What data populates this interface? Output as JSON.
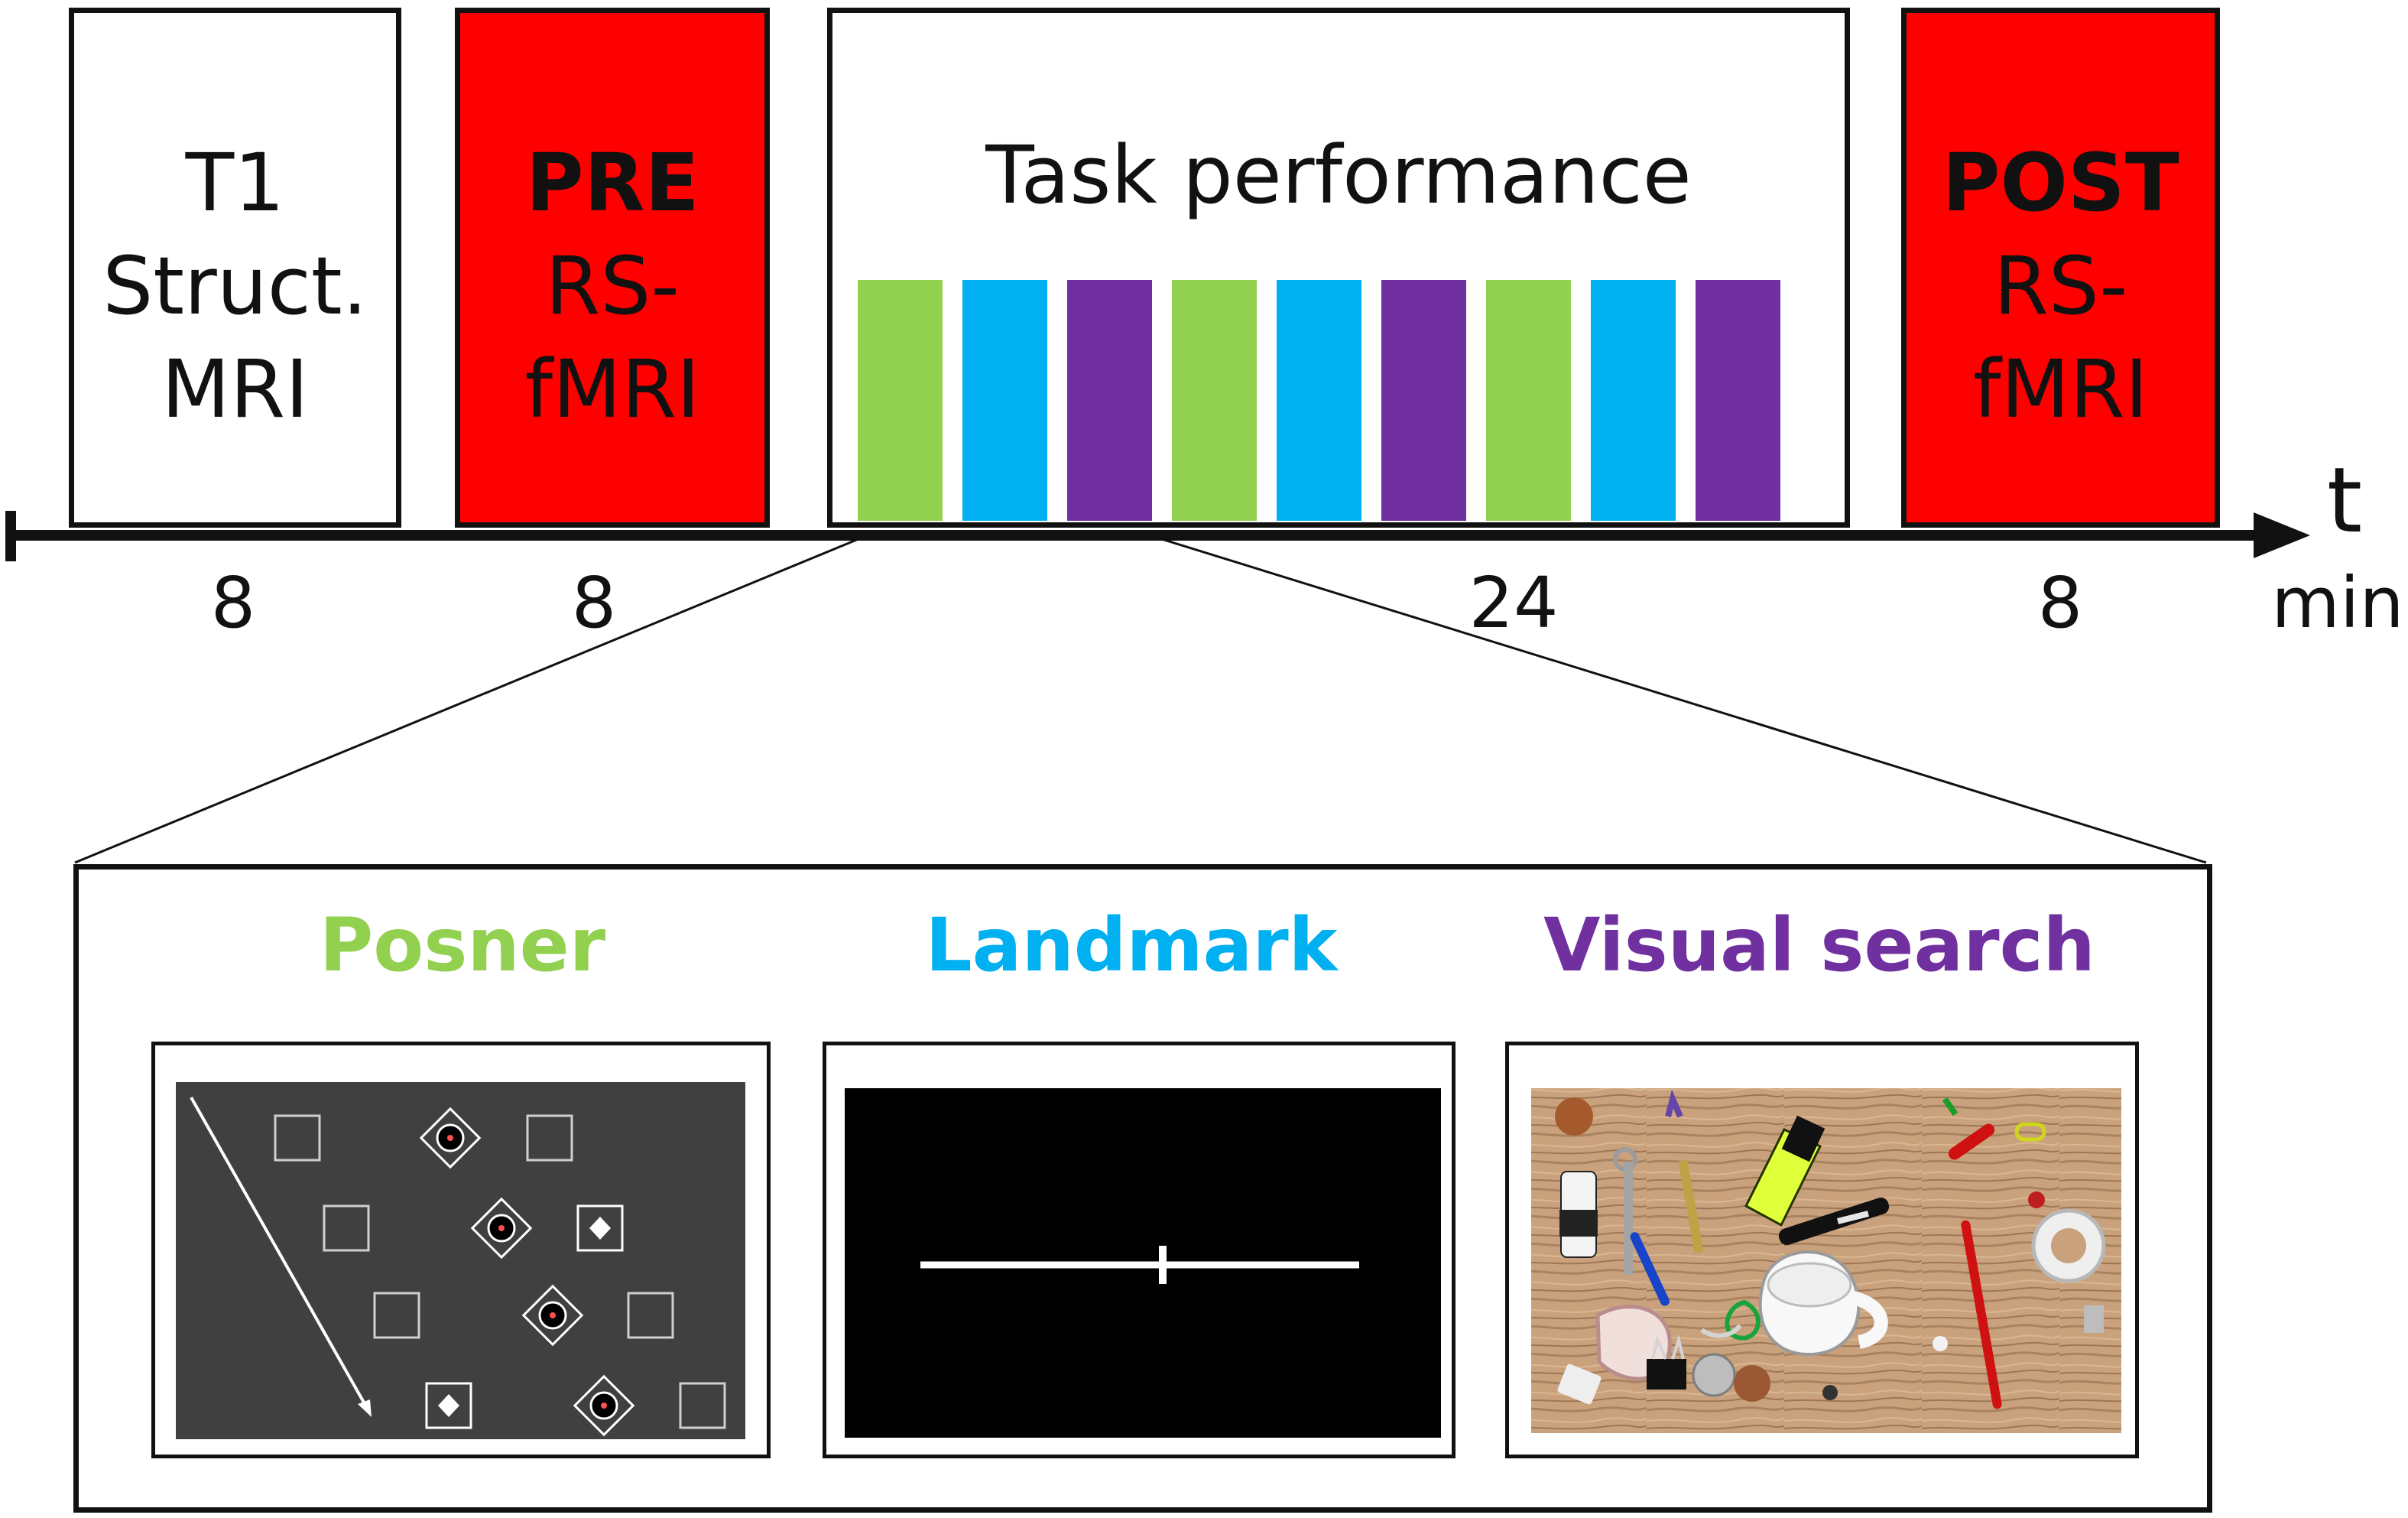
{
  "timeline": {
    "blocks": [
      {
        "lines": [
          "T1",
          "Struct.",
          "MRI"
        ],
        "duration": "8"
      },
      {
        "lines": [
          "PRE",
          "RS-",
          "fMRI"
        ],
        "duration": "8"
      },
      {
        "lines": [
          "Task performance"
        ],
        "duration": "24"
      },
      {
        "lines": [
          "POST",
          "RS-",
          "fMRI"
        ],
        "duration": "8"
      }
    ],
    "axis_symbol": "t",
    "axis_unit": "min",
    "task_bar_sequence": [
      "posner",
      "landmark",
      "visual_search",
      "posner",
      "landmark",
      "visual_search",
      "posner",
      "landmark",
      "visual_search"
    ]
  },
  "tasks": [
    {
      "key": "posner",
      "label": "Posner",
      "color": "#92d050"
    },
    {
      "key": "landmark",
      "label": "Landmark",
      "color": "#00b0f0"
    },
    {
      "key": "visual_search",
      "label": "Visual search",
      "color": "#7030a0"
    }
  ],
  "colors": {
    "rest_block": "#ff0000",
    "outline": "#111111",
    "posner_background": "#404040",
    "landmark_background": "#000000",
    "desk_wood": "#c9a27d"
  }
}
